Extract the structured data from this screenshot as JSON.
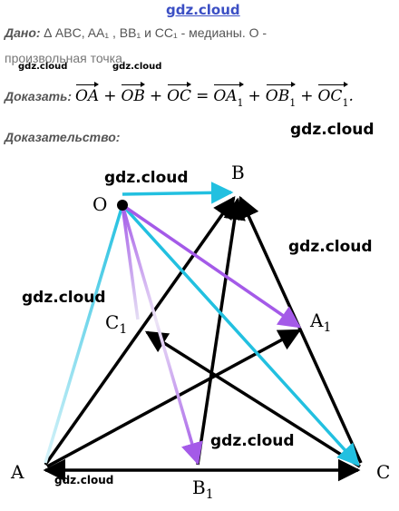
{
  "watermarks": {
    "top": "gdz.cloud",
    "small_1": "gdz.cloud",
    "small_2": "gdz.cloud",
    "right_upper": "gdz.cloud",
    "diagram_1": "gdz.cloud",
    "diagram_2": "gdz.cloud",
    "diagram_3": "gdz.cloud",
    "diagram_4": "gdz.cloud",
    "diagram_5": "gdz.cloud"
  },
  "given": {
    "label": "Дано:",
    "line1": "∆ ABC, AA₁ , BB₁ и CC₁ - медианы.  О -",
    "line2": "произвольная точка."
  },
  "prove": {
    "label": "Доказать:",
    "terms_left": [
      "OA",
      "OB",
      "OC"
    ],
    "terms_right_base": [
      "OA",
      "OB",
      "OC"
    ],
    "terms_right_sub": [
      "1",
      "1",
      "1"
    ],
    "plus": "+",
    "equals": "=",
    "end": "."
  },
  "proof": {
    "label": "Доказательство:"
  },
  "diagram": {
    "points": {
      "O": "O",
      "B": "B",
      "A": "A",
      "C": "C",
      "A1": "A",
      "B1": "B",
      "C1": "C",
      "sub": "1"
    },
    "colors": {
      "cyan": "#22c0e0",
      "violet": "#a45ae8",
      "black": "#000000",
      "fade": "#e6e0f4"
    }
  }
}
